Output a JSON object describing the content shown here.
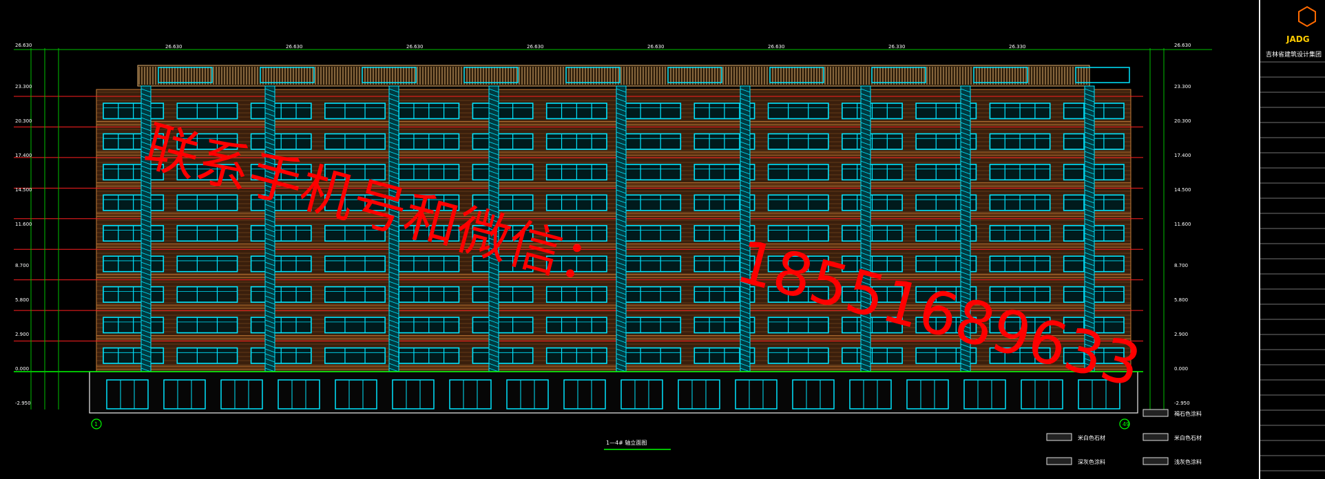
{
  "watermark": {
    "line1": "联系手机号和微信：",
    "line2": "18551689633"
  },
  "title_block": {
    "logo": "JADG",
    "company_name": "吉林省建筑设计集团"
  },
  "drawing": {
    "title": "1—4# 轴立面图",
    "floors": 9,
    "bays_per_floor": 14
  },
  "elevations_left": [
    "26.630",
    "23.300",
    "20.300",
    "17.400",
    "14.500",
    "11.600",
    "8.700",
    "5.800",
    "2.900",
    "0.000",
    "-2.950"
  ],
  "elevations_right": [
    "26.630",
    "23.300",
    "20.300",
    "17.400",
    "14.500",
    "11.600",
    "8.700",
    "5.800",
    "2.900",
    "0.000",
    "-2.950"
  ],
  "roof_labels": [
    "26.630",
    "26.630",
    "26.630",
    "26.630",
    "26.630",
    "26.630",
    "26.330",
    "26.330"
  ],
  "axis_labels": [
    "1",
    "49"
  ],
  "legend": [
    "褐石色涂料",
    "米白色石材",
    "米白色石材",
    "深灰色涂料",
    "浅灰色涂料"
  ],
  "colors": {
    "background": "#000000",
    "window": "#00e5ff",
    "brick": "#c87f3a",
    "grid": "#ff2020",
    "roof": "#e0b070",
    "dim_line": "#00c000",
    "watermark": "#ff0000"
  }
}
